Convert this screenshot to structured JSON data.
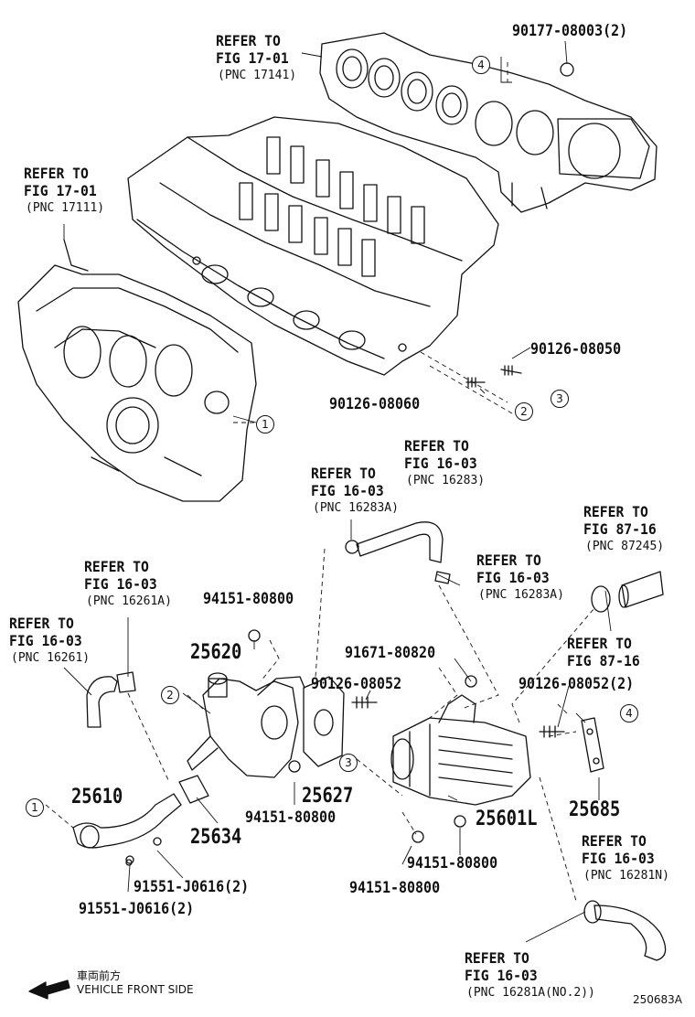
{
  "refs": {
    "fig1701_top": {
      "l1": "REFER TO",
      "l2": "FIG 17-01",
      "pnc": "(PNC 17141)"
    },
    "fig1701_left": {
      "l1": "REFER TO",
      "l2": "FIG 17-01",
      "pnc": "(PNC 17111)"
    },
    "fig1603_a": {
      "l1": "REFER TO",
      "l2": "FIG 16-03",
      "pnc": "(PNC 16283A)"
    },
    "fig1603_b": {
      "l1": "REFER TO",
      "l2": "FIG 16-03",
      "pnc": "(PNC 16283)"
    },
    "fig1603_c": {
      "l1": "REFER TO",
      "l2": "FIG 16-03",
      "pnc": "(PNC 16283A)"
    },
    "fig8716_a": {
      "l1": "REFER TO",
      "l2": "FIG 87-16",
      "pnc": "(PNC 87245)"
    },
    "fig8716_b": {
      "l1": "REFER TO",
      "l2": "FIG 87-16"
    },
    "fig1603_d": {
      "l1": "REFER TO",
      "l2": "FIG 16-03",
      "pnc": "(PNC 16261A)"
    },
    "fig1603_e": {
      "l1": "REFER TO",
      "l2": "FIG 16-03",
      "pnc": "(PNC 16261)"
    },
    "fig1603_f": {
      "l1": "REFER TO",
      "l2": "FIG 16-03",
      "pnc": "(PNC 16281N)"
    },
    "fig1603_g": {
      "l1": "REFER TO",
      "l2": "FIG 16-03",
      "pnc": "(PNC 16281A(NO.2))"
    }
  },
  "parts": {
    "p90177": "90177-08003(2)",
    "p9012650": "90126-08050",
    "p9012660": "90126-08060",
    "p94151a": "94151-80800",
    "p91671": "91671-80820",
    "p9012652": "90126-08052",
    "p9012652b": "90126-08052(2)",
    "p94151b": "94151-80800",
    "p94151c": "94151-80800",
    "p94151d": "94151-80800",
    "p91551a": "91551-J0616(2)",
    "p91551b": "91551-J0616(2)"
  },
  "main_parts": {
    "p25620": "25620",
    "p25610": "25610",
    "p25634": "25634",
    "p25627": "25627",
    "p25601L": "25601L",
    "p25685": "25685"
  },
  "callouts": [
    "1",
    "2",
    "3",
    "4"
  ],
  "footer": {
    "direction_jp": "車両前方",
    "direction_en": "VEHICLE FRONT SIDE",
    "diagram_id": "250683A"
  }
}
